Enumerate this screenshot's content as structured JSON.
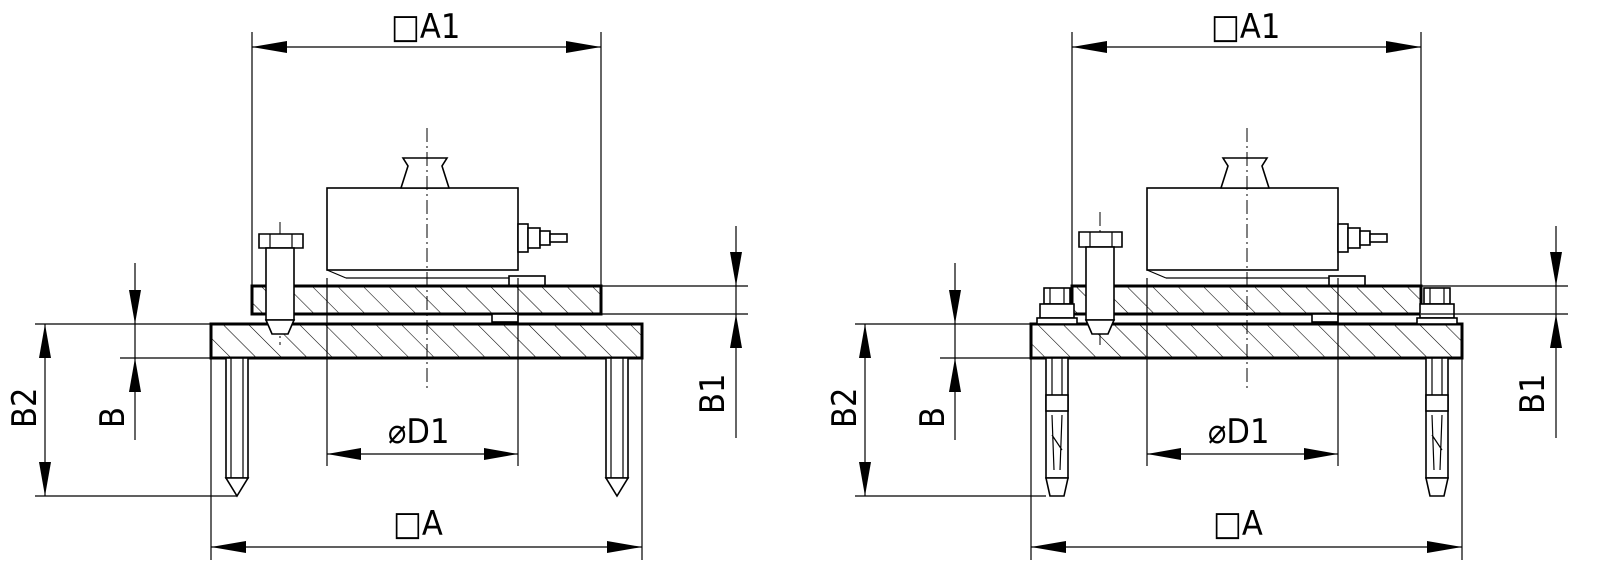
{
  "views": [
    {
      "id": "left",
      "labels": {
        "a1": "□A1",
        "a": "□A",
        "d1": "⌀D1",
        "b": "B",
        "b1": "B1",
        "b2": "B2"
      }
    },
    {
      "id": "right",
      "labels": {
        "a1": "□A1",
        "a": "□A",
        "d1": "⌀D1",
        "b": "B",
        "b1": "B1",
        "b2": "B2"
      }
    }
  ]
}
